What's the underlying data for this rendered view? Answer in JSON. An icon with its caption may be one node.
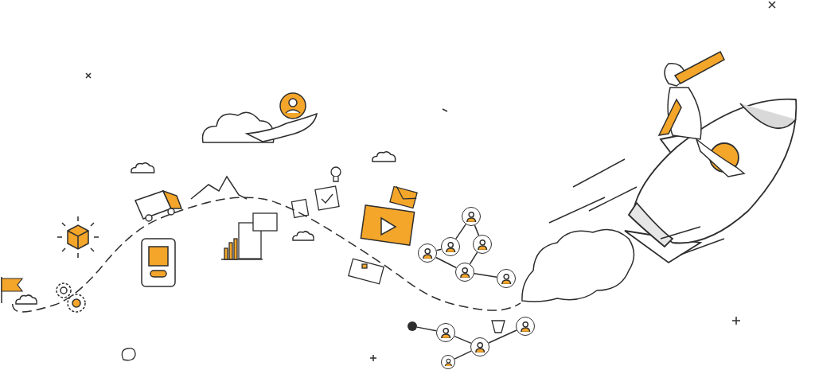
{
  "diagram": {
    "nodes": [
      {
        "text": [],
        "shape": "person"
      },
      {
        "text": [],
        "shape": "person"
      },
      {
        "text": [],
        "shape": "person"
      },
      {
        "text": [],
        "shape": "person"
      },
      {
        "text": [],
        "shape": "person"
      },
      {
        "text": [],
        "shape": "person"
      },
      {
        "text": [],
        "shape": "circle"
      },
      {
        "text": [],
        "shape": "person"
      },
      {
        "text": [],
        "shape": "person"
      },
      {
        "text": [],
        "shape": "person"
      },
      {
        "text": [],
        "shape": "person"
      },
      {
        "text": [],
        "shape": "flag"
      },
      {
        "text": [],
        "shape": "cloud"
      }
    ],
    "edges": [
      {
        "from": 0,
        "to": 1,
        "arrow": "none"
      },
      {
        "from": 0,
        "to": 3,
        "arrow": "none"
      },
      {
        "from": 1,
        "to": 2,
        "arrow": "none"
      },
      {
        "from": 2,
        "to": 4,
        "arrow": "none"
      },
      {
        "from": 3,
        "to": 4,
        "arrow": "none"
      },
      {
        "from": 4,
        "to": 5,
        "arrow": "none"
      },
      {
        "from": 6,
        "to": 7,
        "arrow": "none"
      },
      {
        "from": 7,
        "to": 8,
        "arrow": "none"
      },
      {
        "from": 8,
        "to": 9,
        "arrow": "none"
      },
      {
        "from": 8,
        "to": 10,
        "arrow": "none"
      },
      {
        "from": 11,
        "to": 12,
        "arrow": "none",
        "style": "dashed"
      }
    ]
  }
}
